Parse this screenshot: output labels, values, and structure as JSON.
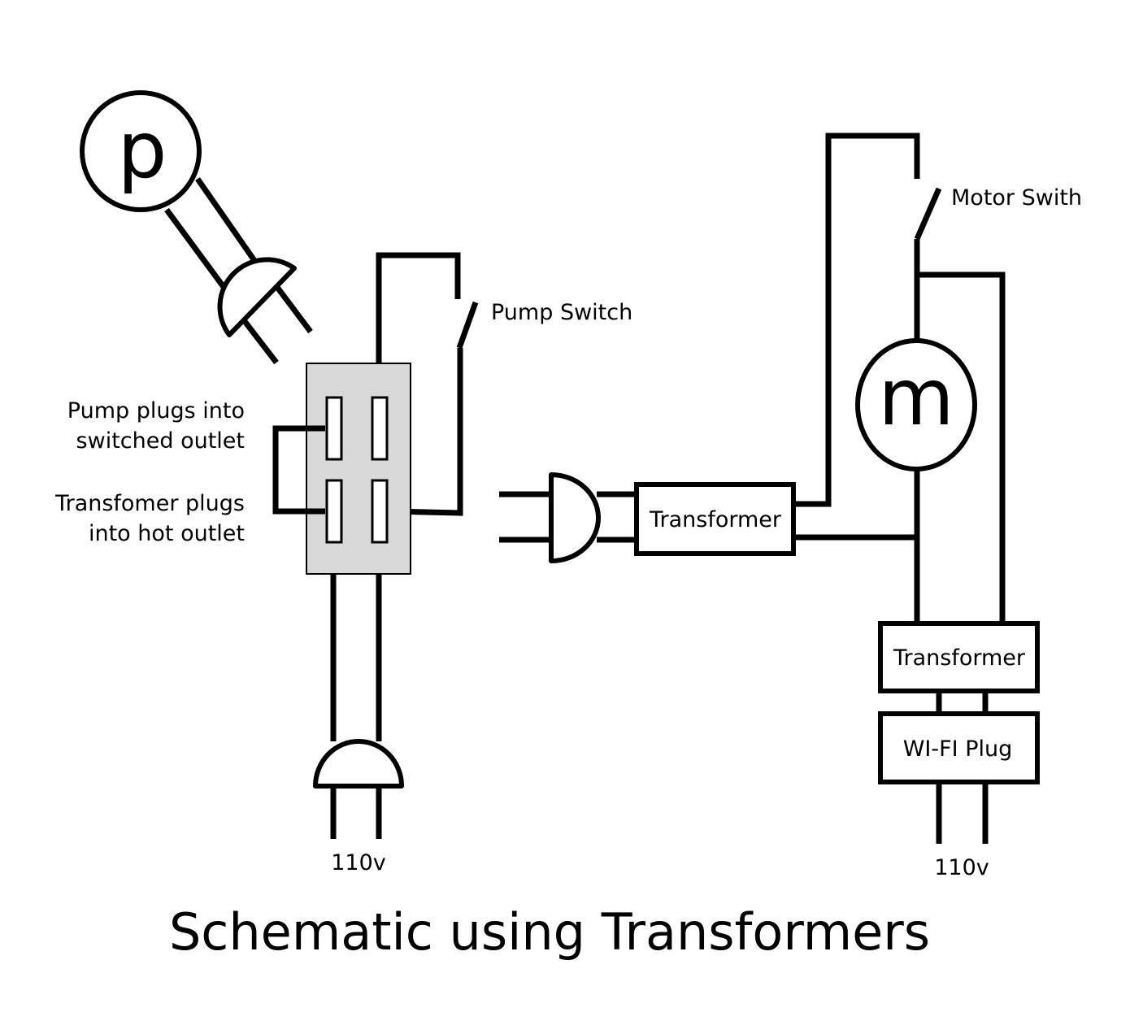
{
  "title": "Schematic using Transformers",
  "pump": {
    "symbol": "p",
    "switch_label": "Pump Switch"
  },
  "motor": {
    "symbol": "m",
    "switch_label": "Motor Swith"
  },
  "outlet_notes": {
    "switched_line1": "Pump plugs into",
    "switched_line2": "switched outlet",
    "hot_line1": "Transfomer plugs",
    "hot_line2": "into hot outlet"
  },
  "transformer_middle": "Transformer",
  "transformer_right": "Transformer",
  "wifi_plug": "WI-FI Plug",
  "voltage_left": "110v",
  "voltage_right": "110v"
}
